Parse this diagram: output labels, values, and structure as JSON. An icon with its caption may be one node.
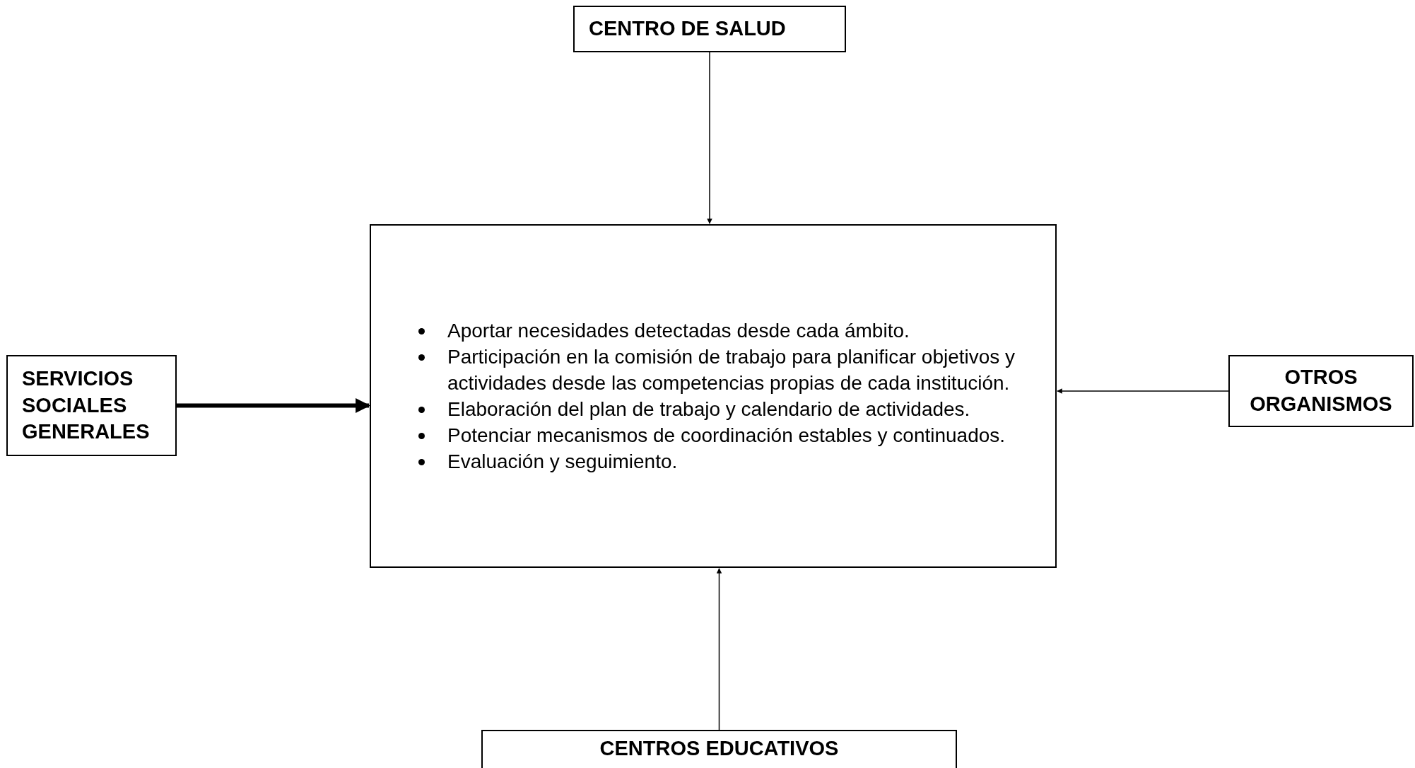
{
  "diagram": {
    "nodes": [
      {
        "text": [
          "CENTRO DE SALUD"
        ]
      },
      {
        "text": [
          "Aportar necesidades detectadas desde cada ámbito.",
          "Participación en la comisión de trabajo para planificar objetivos y actividades desde las competencias propias de cada institución.",
          "Elaboración del plan de trabajo y calendario de actividades.",
          "Potenciar mecanismos de coordinación estables y continuados.",
          "Evaluación y seguimiento."
        ]
      },
      {
        "text": [
          "SERVICIOS SOCIALES GENERALES"
        ]
      },
      {
        "text": [
          "OTROS ORGANISMOS"
        ]
      },
      {
        "text": [
          "CENTROS EDUCATIVOS"
        ]
      }
    ],
    "edges": [
      {
        "from": 0,
        "to": 1,
        "arrow": "to"
      },
      {
        "from": 2,
        "to": 1,
        "arrow": "to",
        "style": "thick"
      },
      {
        "from": 3,
        "to": 1,
        "arrow": "to"
      },
      {
        "from": 4,
        "to": 1,
        "arrow": "to"
      }
    ]
  }
}
